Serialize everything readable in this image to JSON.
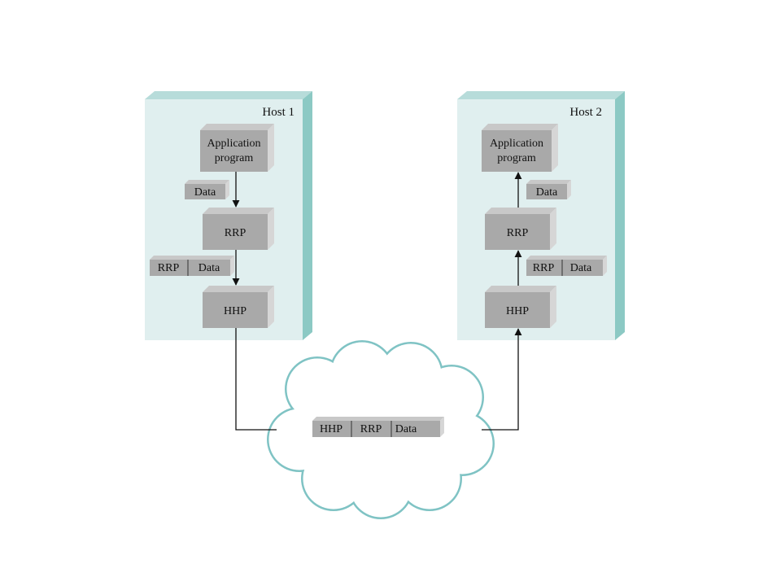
{
  "hosts": {
    "left": {
      "title": "Host 1",
      "app_line1": "Application",
      "app_line2": "program",
      "data_label": "Data",
      "rrp_label": "RRP",
      "pdu_rrp": "RRP",
      "pdu_data": "Data",
      "hhp_label": "HHP"
    },
    "right": {
      "title": "Host 2",
      "app_line1": "Application",
      "app_line2": "program",
      "data_label": "Data",
      "rrp_label": "RRP",
      "pdu_rrp": "RRP",
      "pdu_data": "Data",
      "hhp_label": "HHP"
    }
  },
  "network": {
    "pdu_hhp": "HHP",
    "pdu_rrp": "RRP",
    "pdu_data": "Data"
  },
  "colors": {
    "host_face": "#e0efef",
    "host_side": "#8cc9c4",
    "box_face": "#a9a9a9",
    "box_side": "#d3d3d3",
    "cloud_outline": "#7fc3c4"
  }
}
